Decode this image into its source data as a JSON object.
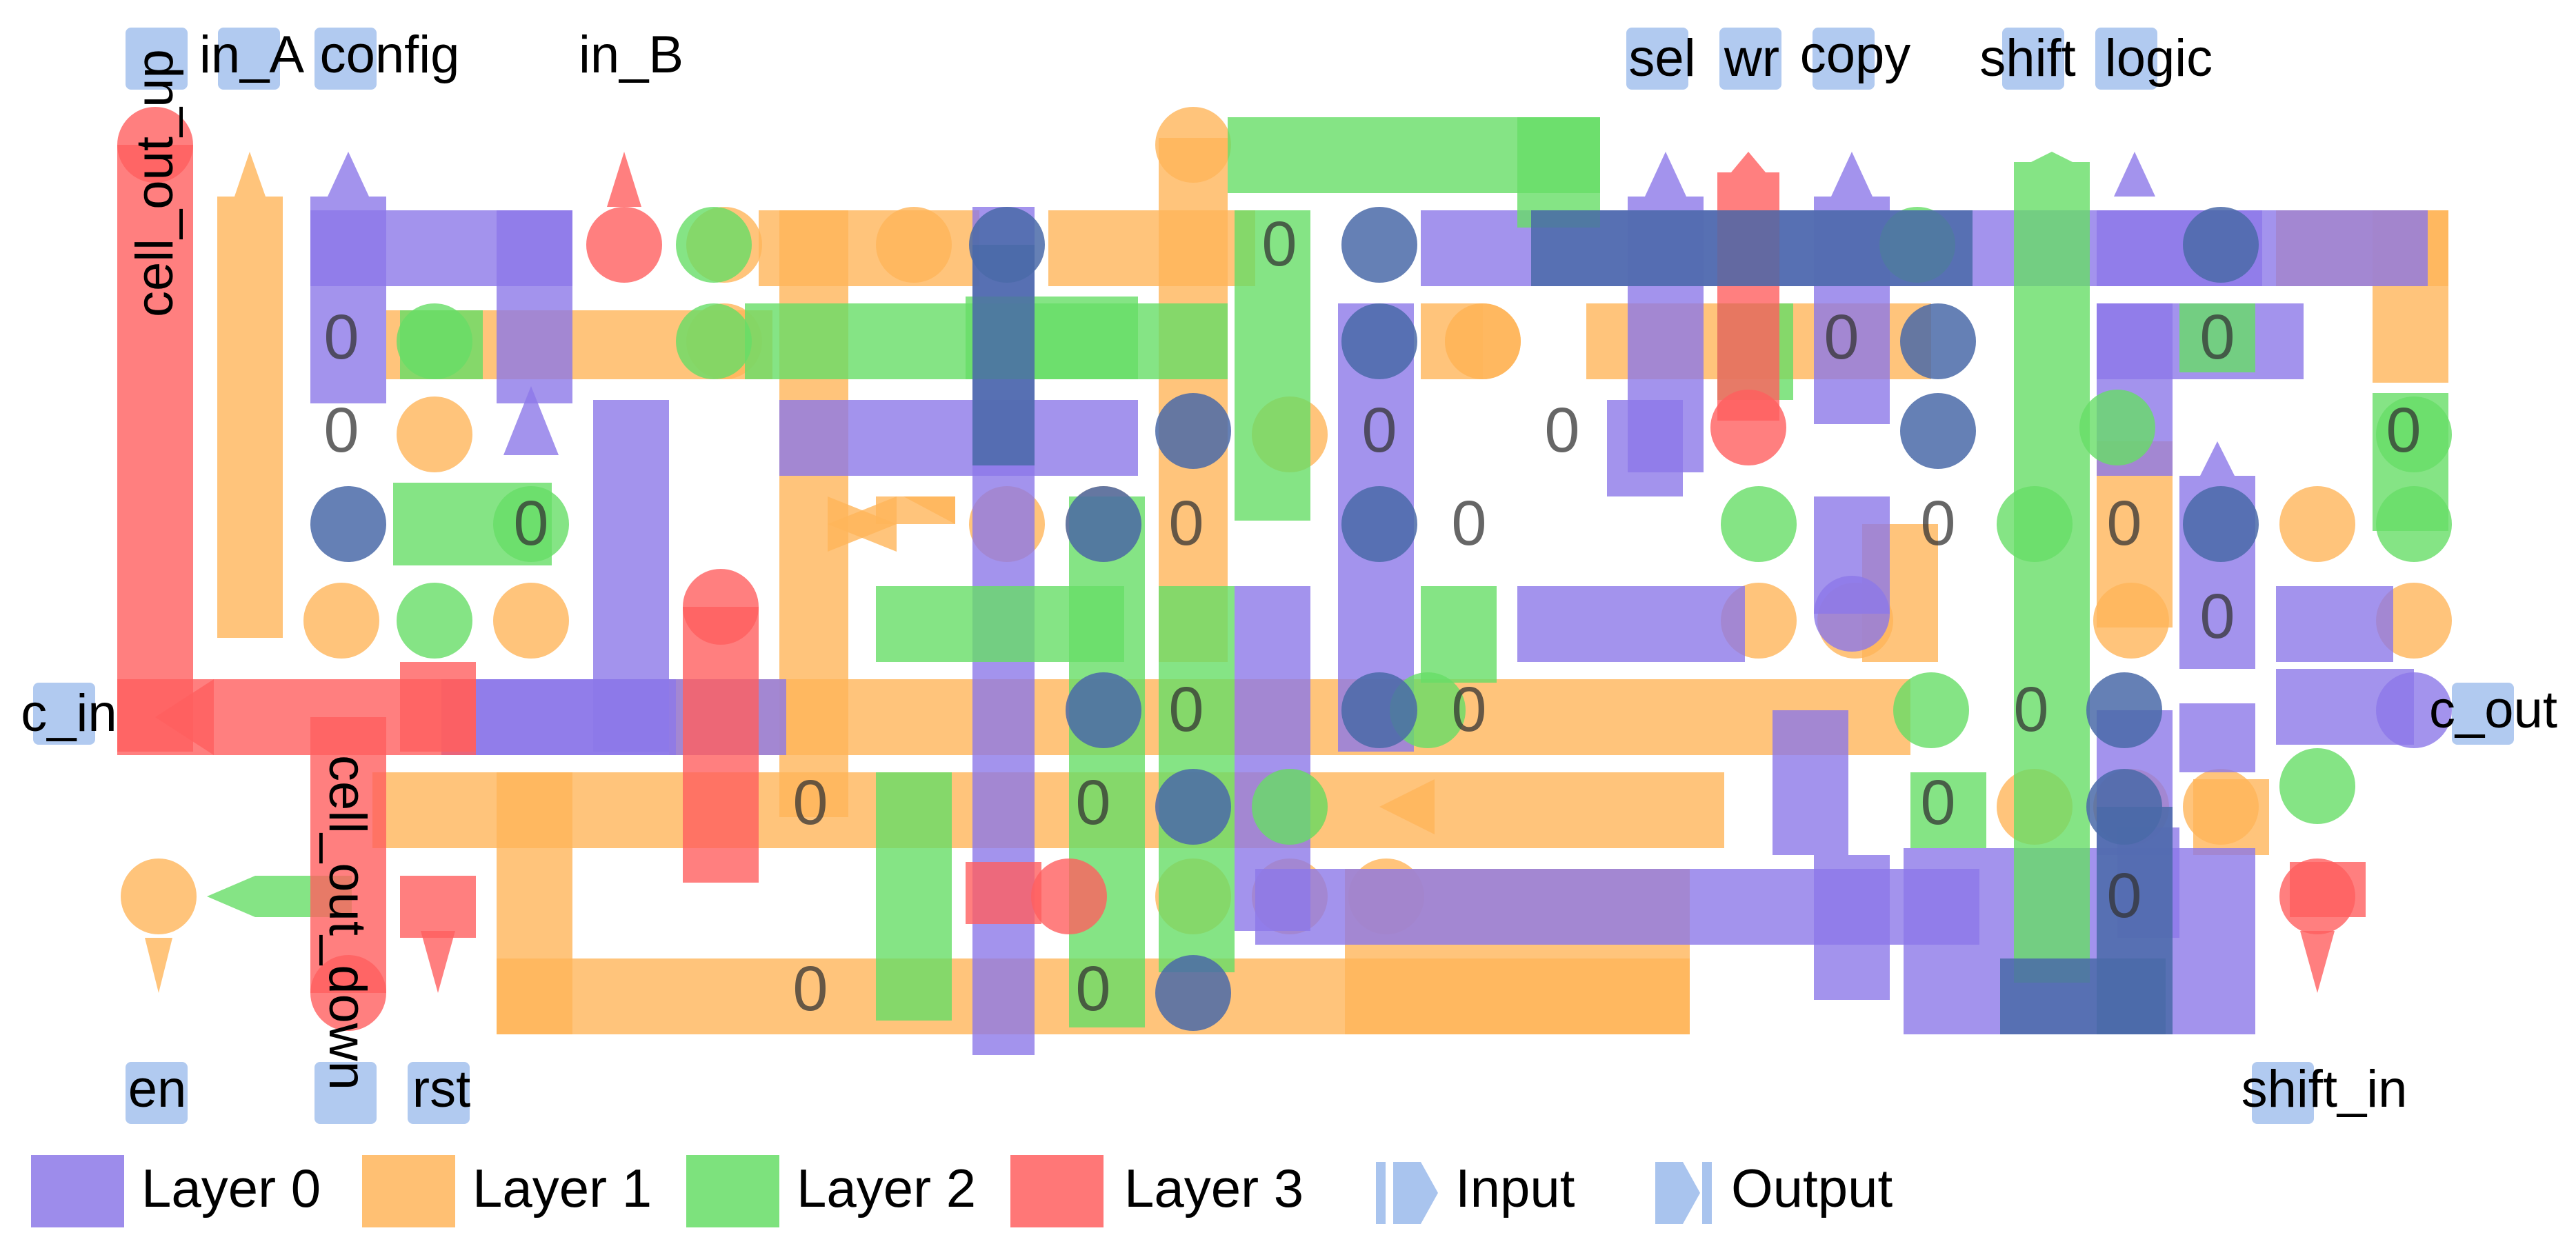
{
  "colors": {
    "layer0": "#8c78e8",
    "layer1": "#ffb55a",
    "layer2": "#66dd66",
    "layer3": "#ff5f5f",
    "pin": "#a9c4ee",
    "text": "#000000"
  },
  "pins": {
    "cell_out_up": "cell_out_up",
    "in_A": "in_A",
    "config": "config",
    "in_B": "in_B",
    "sel": "sel",
    "wr": "wr",
    "copy": "copy",
    "shift": "shift",
    "logic": "logic",
    "c_in": "c_in",
    "c_out": "c_out",
    "cell_out_down": "cell_out_down",
    "en": "en",
    "rst": "rst",
    "shift_in": "shift_in"
  },
  "cell_value": "0",
  "legend": {
    "layer0": "Layer 0",
    "layer1": "Layer 1",
    "layer2": "Layer 2",
    "layer3": "Layer 3",
    "input": "Input",
    "output": "Output"
  }
}
